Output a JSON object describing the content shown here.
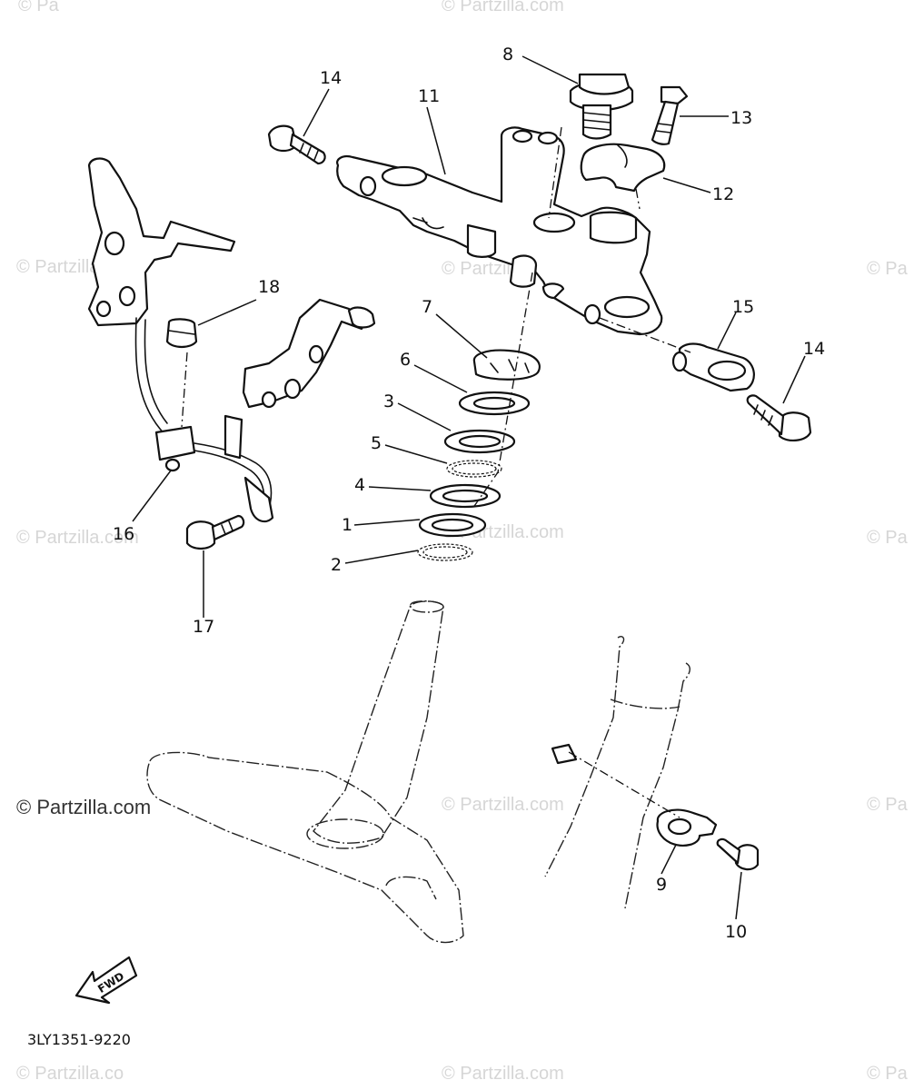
{
  "watermark": {
    "brand": "© Partzilla.com",
    "brand_short": "© Partzilla.co",
    "brand_edge": "© Pa"
  },
  "part_numbers": {
    "n1": "1",
    "n2": "2",
    "n3": "3",
    "n4": "4",
    "n5": "5",
    "n6": "6",
    "n7": "7",
    "n8": "8",
    "n9": "9",
    "n10": "10",
    "n11": "11",
    "n12": "12",
    "n13": "13",
    "n14a": "14",
    "n14b": "14",
    "n15": "15",
    "n16": "16",
    "n17": "17",
    "n18": "18"
  },
  "fwd_arrow": {
    "label": "FWD"
  },
  "diagram_code": "3LY1351-9220",
  "colors": {
    "line": "#111111",
    "watermark": "#d6d6d6",
    "background": "#ffffff"
  },
  "icons": [
    "fwd-arrow-icon"
  ]
}
